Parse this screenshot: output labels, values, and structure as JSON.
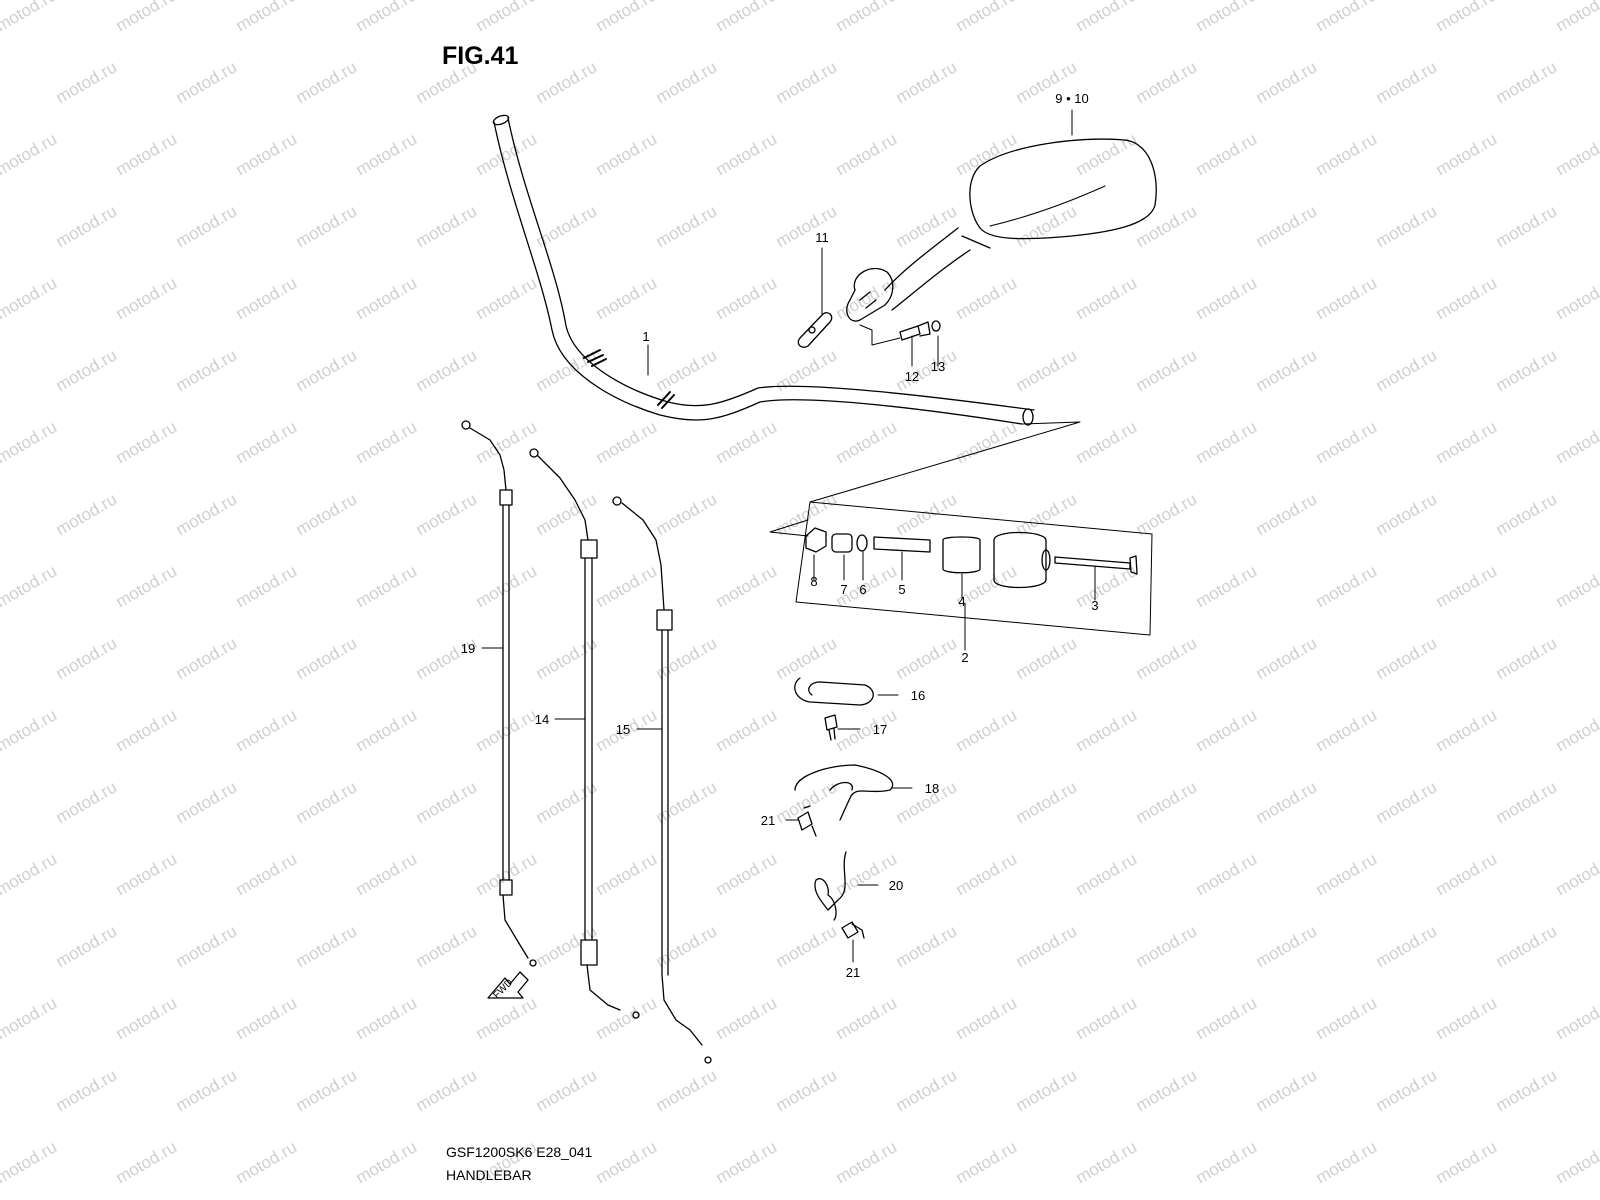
{
  "figure_title": "FIG.41",
  "watermark": "motod.ru",
  "footer": {
    "code": "GSF1200SK6 E28_041",
    "name": "HANDLEBAR"
  },
  "fwd_arrow_label": "FWD",
  "callouts": {
    "c1": "1",
    "c2": "2",
    "c3": "3",
    "c4": "4",
    "c5": "5",
    "c6": "6",
    "c7": "7",
    "c8": "8",
    "c9_10": "9 • 10",
    "c11": "11",
    "c12": "12",
    "c13": "13",
    "c14": "14",
    "c15": "15",
    "c16": "16",
    "c17": "17",
    "c18": "18",
    "c19": "19",
    "c20": "20",
    "c21a": "21",
    "c21b": "21"
  }
}
